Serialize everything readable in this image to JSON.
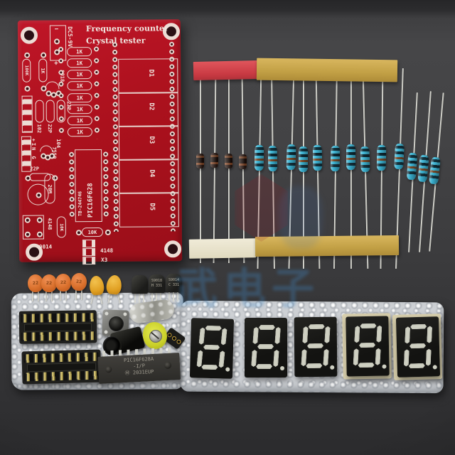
{
  "scene": {
    "description": "Electronics DIY kit photo: frequency counter / crystal tester PCB with components on bubble wrap",
    "watermark_text": "武电子",
    "colors": {
      "background": "#3a3a3c",
      "pcb_red": "#ab111d",
      "silkscreen": "#eee3dc",
      "tape_red": "#d6494f",
      "tape_yellow": "#c7a44e",
      "tape_white": "#e9e3cd",
      "resistor_blue": "#3fb6d6",
      "diode_brown": "#2a1a12",
      "cap_orange": "#dd7330",
      "cap_yellow": "#e9ab2b",
      "trimmer_yellow": "#d9df35",
      "foam_gray": "#cdd0d4",
      "display_face": "#181816",
      "segment_gray": "#cfd0c2",
      "watermark_blue": "#408ac8"
    }
  },
  "pcb": {
    "title_line1": "Frequency counter",
    "title_line2": "Crystal tester",
    "power": {
      "label": "DC5-9V",
      "minus": "−",
      "plus": "+"
    },
    "labels": {
      "r100k": "100K",
      "r1k": "1K",
      "q9018": "9018",
      "c22p": "22P",
      "c102": "102",
      "c104": "104",
      "input": "+IN G",
      "q7550": "7550",
      "xtal": "20M",
      "ic_model": "TB-244746",
      "ic_name": "PIC16F628",
      "r10k": "10K",
      "d4148": "4148",
      "x3": "X3",
      "q9014": "9014"
    },
    "displays": [
      "D1",
      "D2",
      "D3",
      "D4",
      "D5"
    ]
  },
  "loose_parts": {
    "orange_cap_value": "22",
    "transistor_9018": {
      "line1": "S9018",
      "line2": "H 331"
    },
    "transistor_9014": {
      "line1": "S9014",
      "line2": "C 331"
    },
    "mcu": {
      "logo": "Ⓜ",
      "line1": "PIC16F628A",
      "line2": "-I/P",
      "line3": "2031EUP"
    },
    "counts": {
      "diodes": 4,
      "resistors_taped": 10,
      "resistors_loose": 3,
      "ic_sockets": 2,
      "seven_segment_displays": 5,
      "orange_capacitors": 4,
      "yellow_capacitors": 2,
      "transistors": 3
    }
  }
}
